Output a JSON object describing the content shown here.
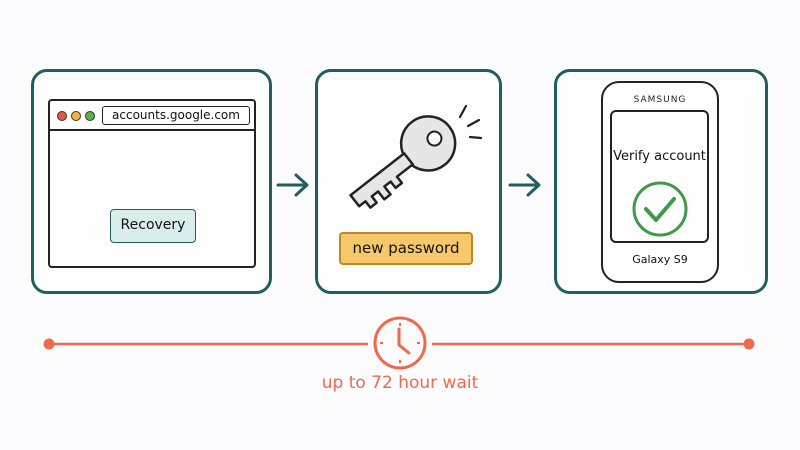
{
  "browser": {
    "url": "accounts.google.com",
    "button_label": "Recovery"
  },
  "key_step": {
    "label": "new password"
  },
  "phone": {
    "brand": "SAMSUNG",
    "screen_text": "Verify account",
    "model": "Galaxy S9"
  },
  "timeline": {
    "label": "up to 72 hour wait"
  },
  "colors": {
    "panel_border": "#1f5f62",
    "accent": "#ee6a4c",
    "button_fill": "#d9eeec",
    "label_fill": "#f6c86b",
    "check": "#3f9a45"
  },
  "icons": [
    "browser-window",
    "key-icon",
    "smartphone",
    "check-circle-icon",
    "clock-icon",
    "arrow-right-icon"
  ]
}
